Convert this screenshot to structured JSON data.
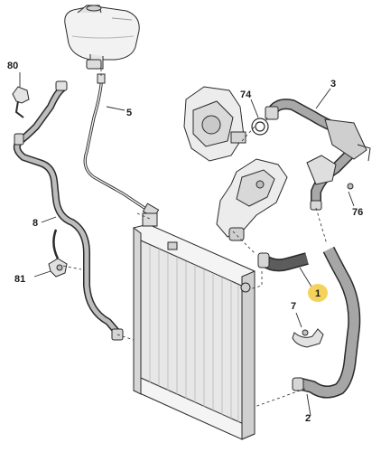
{
  "callouts": {
    "c80": "80",
    "c5": "5",
    "c3": "3",
    "c74": "74",
    "c8": "8",
    "c76": "76",
    "c81": "81",
    "c1": "1",
    "c7": "7",
    "c2": "2"
  },
  "colors": {
    "line": "#2a2a2a",
    "part_fill": "#f2f2f2",
    "part_shade": "#c9c9c9",
    "hose_dark": "#6b6b6b",
    "highlight": "#f5d35a"
  },
  "highlighted_callout": "1"
}
